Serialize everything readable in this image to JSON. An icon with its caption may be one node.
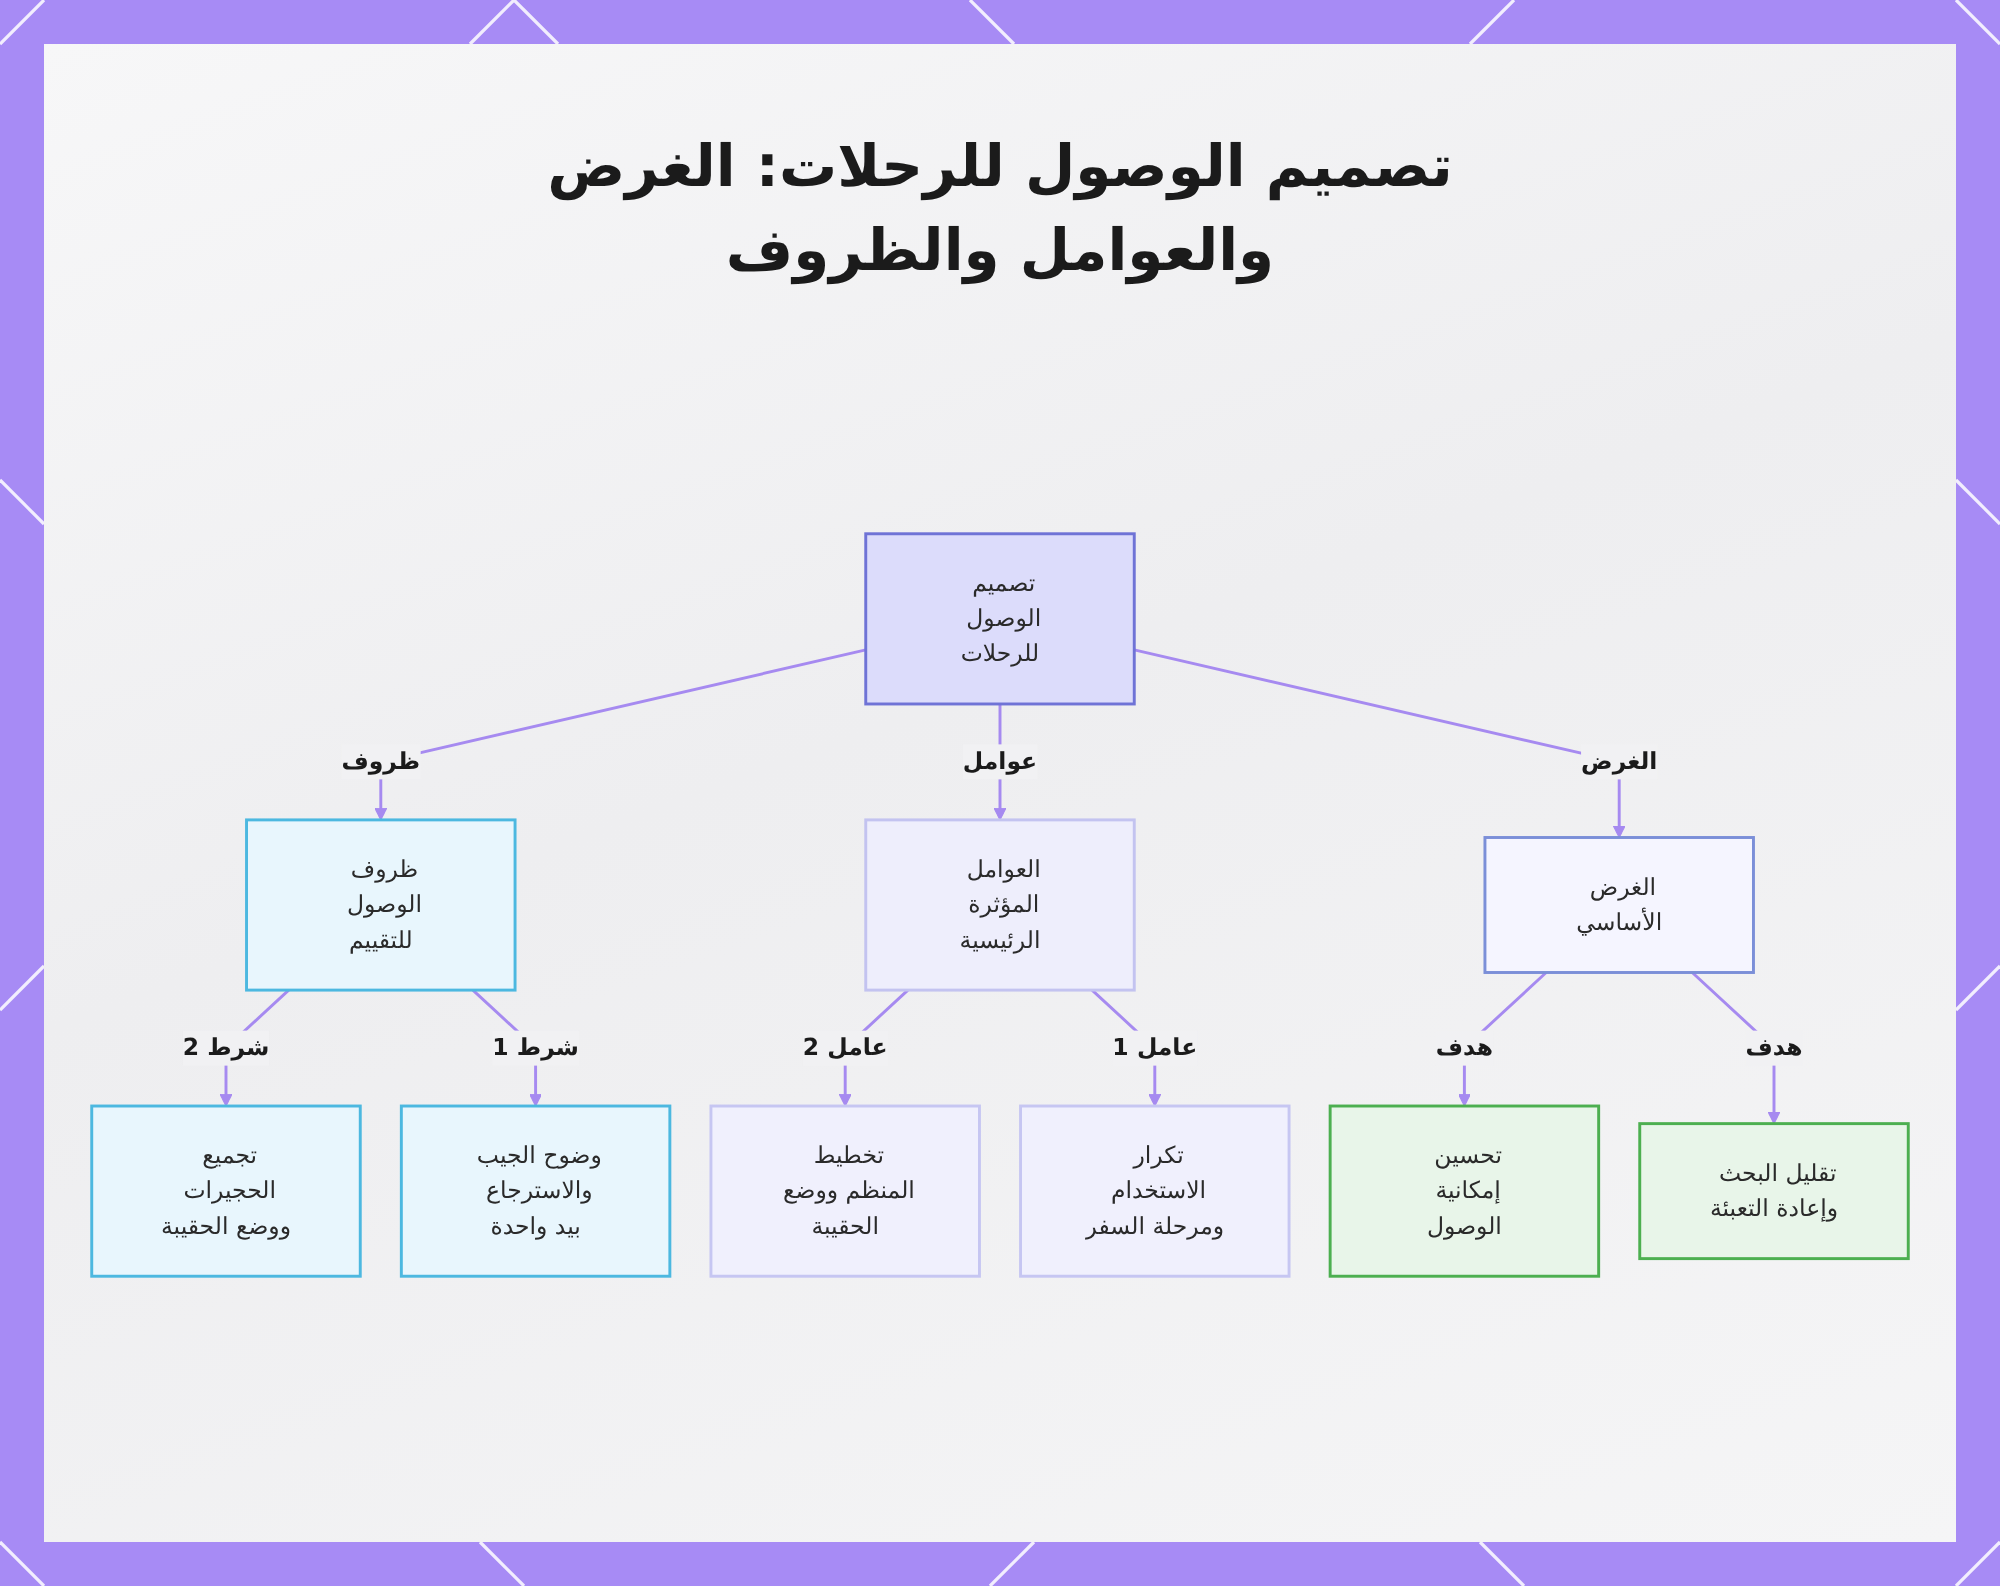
{
  "diagram": {
    "title": "تصميم الوصول للرحلات: الغرض والعوامل والظروف",
    "nodes": [
      {
        "text": [
          "تصميم الوصول للرحلات"
        ]
      },
      {
        "text": [
          "الغرض الأساسي"
        ]
      },
      {
        "text": [
          "العوامل المؤثرة الرئيسية"
        ]
      },
      {
        "text": [
          "ظروف الوصول للتقييم"
        ]
      },
      {
        "text": [
          "تقليل البحث وإعادة التعبئة"
        ]
      },
      {
        "text": [
          "تحسين إمكانية الوصول"
        ]
      },
      {
        "text": [
          "تكرار الاستخدام ومرحلة السفر"
        ]
      },
      {
        "text": [
          "تخطيط المنظم ووضع الحقيبة"
        ]
      },
      {
        "text": [
          "وضوح الجيب والاسترجاع بيد واحدة"
        ]
      },
      {
        "text": [
          "تجميع الحجيرات ووضع الحقيبة"
        ]
      }
    ],
    "edges": [
      {
        "from": 0,
        "to": 3,
        "arrow": "to",
        "label": "ظروف"
      },
      {
        "from": 0,
        "to": 2,
        "arrow": "to",
        "label": "عوامل"
      },
      {
        "from": 0,
        "to": 1,
        "arrow": "to",
        "label": "الغرض"
      },
      {
        "from": 3,
        "to": 9,
        "arrow": "to",
        "label": "شرط 2"
      },
      {
        "from": 3,
        "to": 8,
        "arrow": "to",
        "label": "شرط 1"
      },
      {
        "from": 2,
        "to": 7,
        "arrow": "to",
        "label": "عامل 2"
      },
      {
        "from": 2,
        "to": 6,
        "arrow": "to",
        "label": "عامل 1"
      },
      {
        "from": 1,
        "to": 5,
        "arrow": "to",
        "label": "هدف"
      },
      {
        "from": 1,
        "to": 4,
        "arrow": "to",
        "label": "هدف"
      }
    ]
  }
}
